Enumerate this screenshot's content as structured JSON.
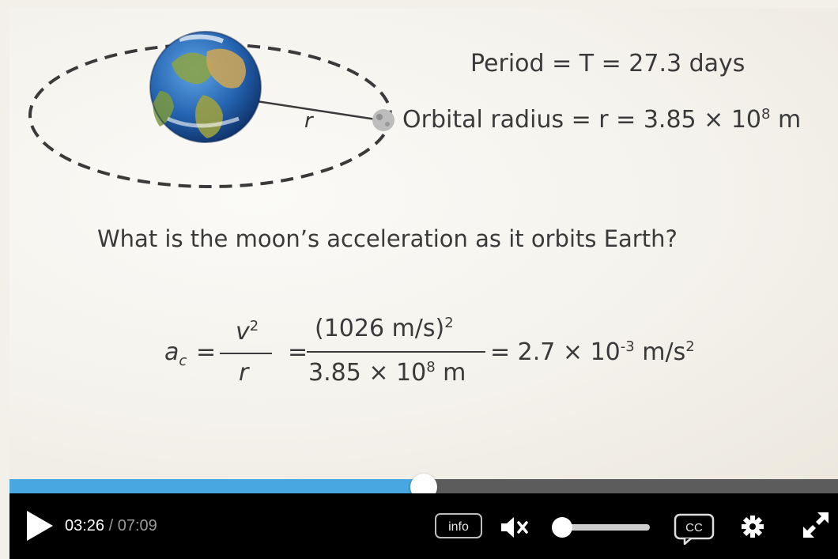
{
  "slide": {
    "period_text": "Period = T = 27.3 days",
    "radius_text": "Orbital radius = r = 3.85 × 10",
    "radius_exp": "8",
    "radius_unit": " m",
    "r_label": "r",
    "question": "What is the moon’s acceleration as it orbits Earth?",
    "eq": {
      "lhs_a": "a",
      "lhs_sub": "c",
      "eq1": "=",
      "frac1_num_base": "v",
      "frac1_num_exp": "2",
      "frac1_den": "r",
      "eq2": "=",
      "frac2_num_base": "(1026 m/s)",
      "frac2_num_exp": "2",
      "frac2_den_base": "3.85 × 10",
      "frac2_den_exp": "8",
      "frac2_den_unit": " m",
      "result_base": "= 2.7 × 10",
      "result_exp": "-3",
      "result_unit": " m/s",
      "result_unit_exp": "2"
    }
  },
  "player": {
    "progress": 0.5,
    "time_current": "03:26",
    "time_sep": " / ",
    "time_duration": "07:09",
    "info_label": "info",
    "cc_label": "CC",
    "volume_level": 0,
    "muted": true,
    "accent_color": "#48a7e0",
    "icons": [
      "play-icon",
      "mute-icon",
      "cc-icon",
      "gear-icon",
      "fullscreen-icon"
    ]
  }
}
